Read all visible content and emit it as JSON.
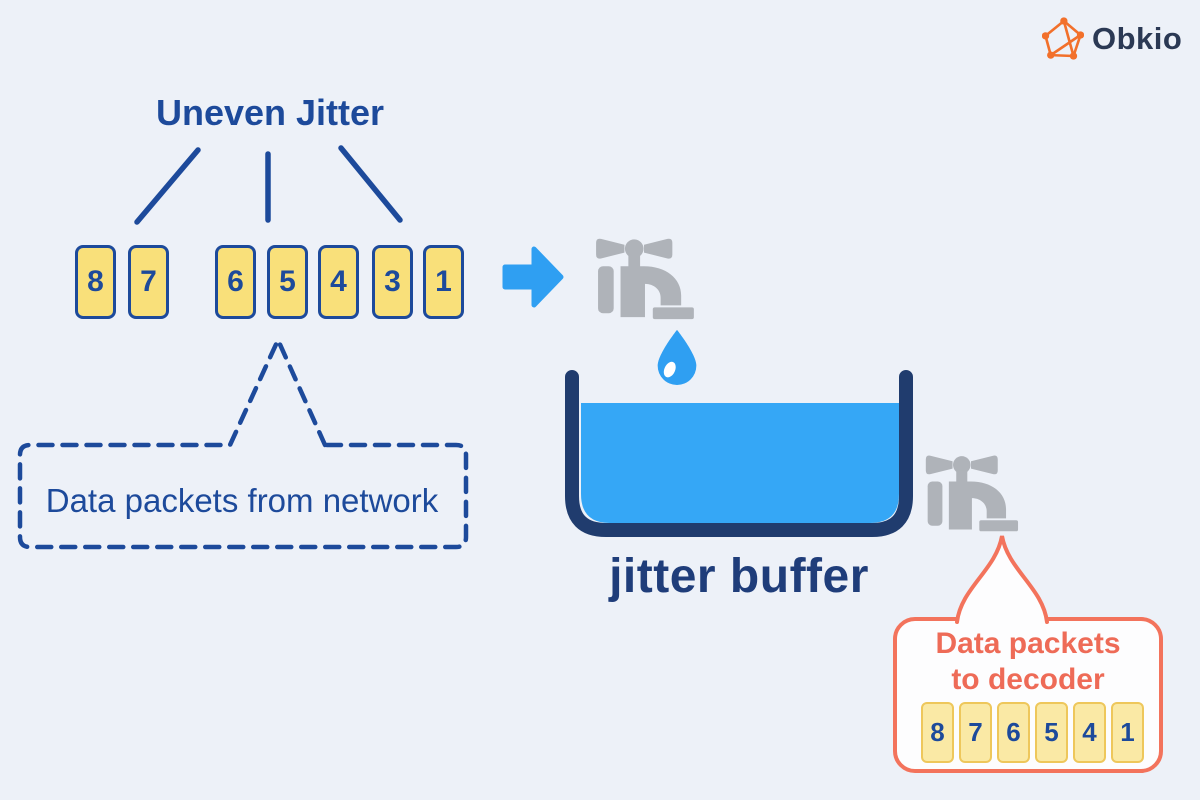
{
  "brand": {
    "name": "Obkio"
  },
  "header_title": "Uneven Jitter",
  "incoming": {
    "description": "unevenly spaced data packets",
    "packets": [
      "8",
      "7",
      "6",
      "5",
      "4",
      "3",
      "1"
    ]
  },
  "network_note": {
    "label": "Data packets from network"
  },
  "buffer": {
    "label": "jitter buffer"
  },
  "decoder_note": {
    "line1": "Data packets",
    "line2": "to decoder",
    "packets": [
      "8",
      "7",
      "6",
      "5",
      "4",
      "1"
    ]
  },
  "icons": {
    "logo": "network-graph-icon",
    "arrow": "right-arrow-icon",
    "faucet_in": "faucet-icon",
    "faucet_out": "faucet-icon",
    "drop": "water-drop-icon"
  },
  "colors": {
    "background": "#edf1f8",
    "navy": "#1d4a9b",
    "dark_navy": "#1f3d7a",
    "bucket_navy": "#203c6e",
    "sky_blue": "#2f9ff2",
    "water_blue": "#35a7f6",
    "packet_yellow": "#f9e07a",
    "packet_yellow_light": "#fae9a5",
    "packet_gold_border": "#eec75b",
    "coral": "#f3735c",
    "coral_text": "#ee6b57",
    "faucet_gray": "#afb3b9",
    "logo_orange": "#f2702b"
  }
}
